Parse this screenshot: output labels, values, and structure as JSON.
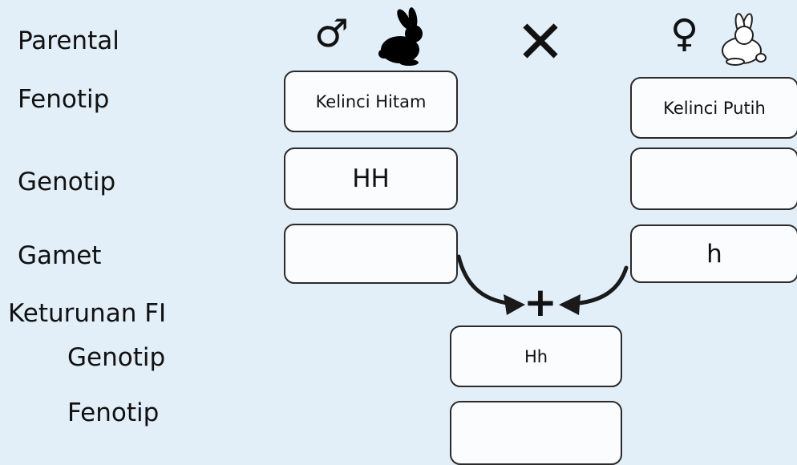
{
  "labels": {
    "parental": "Parental",
    "fenotip": "Fenotip",
    "genotip": "Genotip",
    "gamet": "Gamet",
    "keturunan": "Keturunan FI",
    "f1_genotip": "Genotip",
    "f1_fenotip": "Fenotip"
  },
  "male": {
    "symbol": "♂",
    "icon": "black-rabbit-icon",
    "fenotip": "Kelinci Hitam",
    "genotip": "HH",
    "gamet": ""
  },
  "female": {
    "symbol": "♀",
    "icon": "white-rabbit-icon",
    "fenotip": "Kelinci Putih",
    "genotip": "",
    "gamet": "h"
  },
  "cross_symbol": "✕",
  "plus_symbol": "+",
  "f1": {
    "genotip": "Hh",
    "fenotip": ""
  },
  "colors": {
    "background": "#e2eef8",
    "box_fill": "#fafcfd",
    "stroke": "#2b2b2b"
  }
}
